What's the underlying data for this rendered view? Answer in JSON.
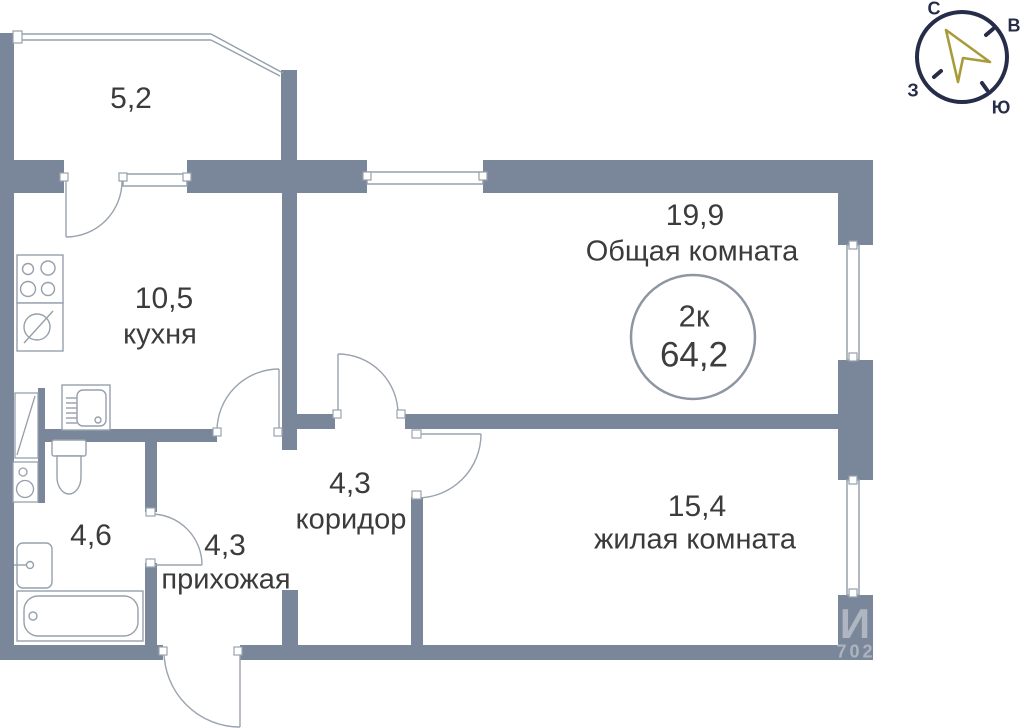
{
  "plan": {
    "unit_badge": {
      "rooms_label": "2к",
      "total_area": "64,2"
    },
    "rooms": {
      "balcony": {
        "area": "5,2",
        "name": ""
      },
      "kitchen": {
        "area": "10,5",
        "name": "кухня"
      },
      "common": {
        "area": "19,9",
        "name": "Общая комната"
      },
      "corridor": {
        "area": "4,3",
        "name": "коридор"
      },
      "bathroom": {
        "area": "4,6",
        "name": ""
      },
      "hallway": {
        "area": "4,3",
        "name": "прихожая"
      },
      "bedroom": {
        "area": "15,4",
        "name": "жилая комната"
      }
    },
    "compass": {
      "north": "С",
      "east": "В",
      "west": "З",
      "south": "Ю"
    },
    "watermark": {
      "letter": "И",
      "digits": "702"
    },
    "colors": {
      "wall": "#7a8699",
      "line": "#96a0ac",
      "text": "#3b3b3b",
      "compass_ring": "#272c49",
      "compass_arrow": "#a89c3a"
    }
  }
}
